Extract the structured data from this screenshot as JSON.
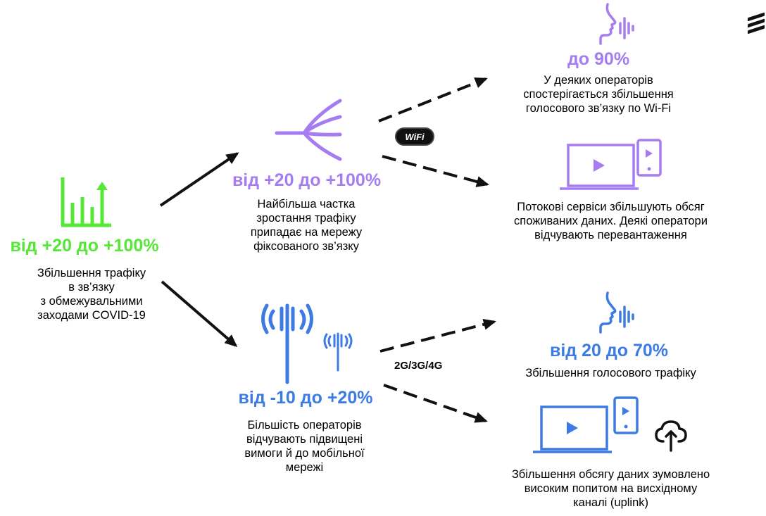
{
  "colors": {
    "green": "#55e836",
    "purple": "#a57cf2",
    "blue": "#3d7be4",
    "arrow": "#111111"
  },
  "icons": [
    "bar-chart-growth-icon",
    "network-fork-icon",
    "wifi-badge-icon",
    "voice-speaker-icon",
    "laptop-video-icon",
    "phone-video-icon",
    "cell-tower-icon",
    "small-cell-tower-icon",
    "cloud-upload-icon",
    "ericsson-logo-icon"
  ],
  "overall": {
    "value": "від +20 до +100%",
    "desc": [
      "Збільшення трафіку",
      "в  зв’язку",
      "з обмежувальними",
      "заходами COVID-19"
    ]
  },
  "fixed": {
    "value": "від +20 до +100%",
    "desc": [
      "Найбільша частка",
      "зростання трафіку",
      "припадає на мережу",
      "фіксованого зв’язку"
    ],
    "badge": "WiFi"
  },
  "mobile": {
    "value": "від -10 до +20%",
    "desc": [
      "Більшість операторів",
      "відчувають підвищені",
      "вимоги й до мобільної",
      "мережі"
    ],
    "label": "2G/3G/4G"
  },
  "wifi_voice": {
    "value": "до 90%",
    "desc": [
      "У деяких операторів",
      "спостерігається збільшення",
      "голосового зв’язку по Wi-Fi"
    ]
  },
  "streaming": {
    "desc": [
      "Потокові сервіси збільшують обсяг",
      "споживаних даних. Деякі оператори",
      "відчувають перевантаження"
    ]
  },
  "mobile_voice": {
    "value": "від 20 до 70%",
    "desc": [
      "Збільшення голосового трафіку"
    ]
  },
  "uplink": {
    "desc": [
      "Збільшення обсягу даних зумовлено",
      "високим попитом на висхідному",
      "каналі (uplink)"
    ]
  }
}
